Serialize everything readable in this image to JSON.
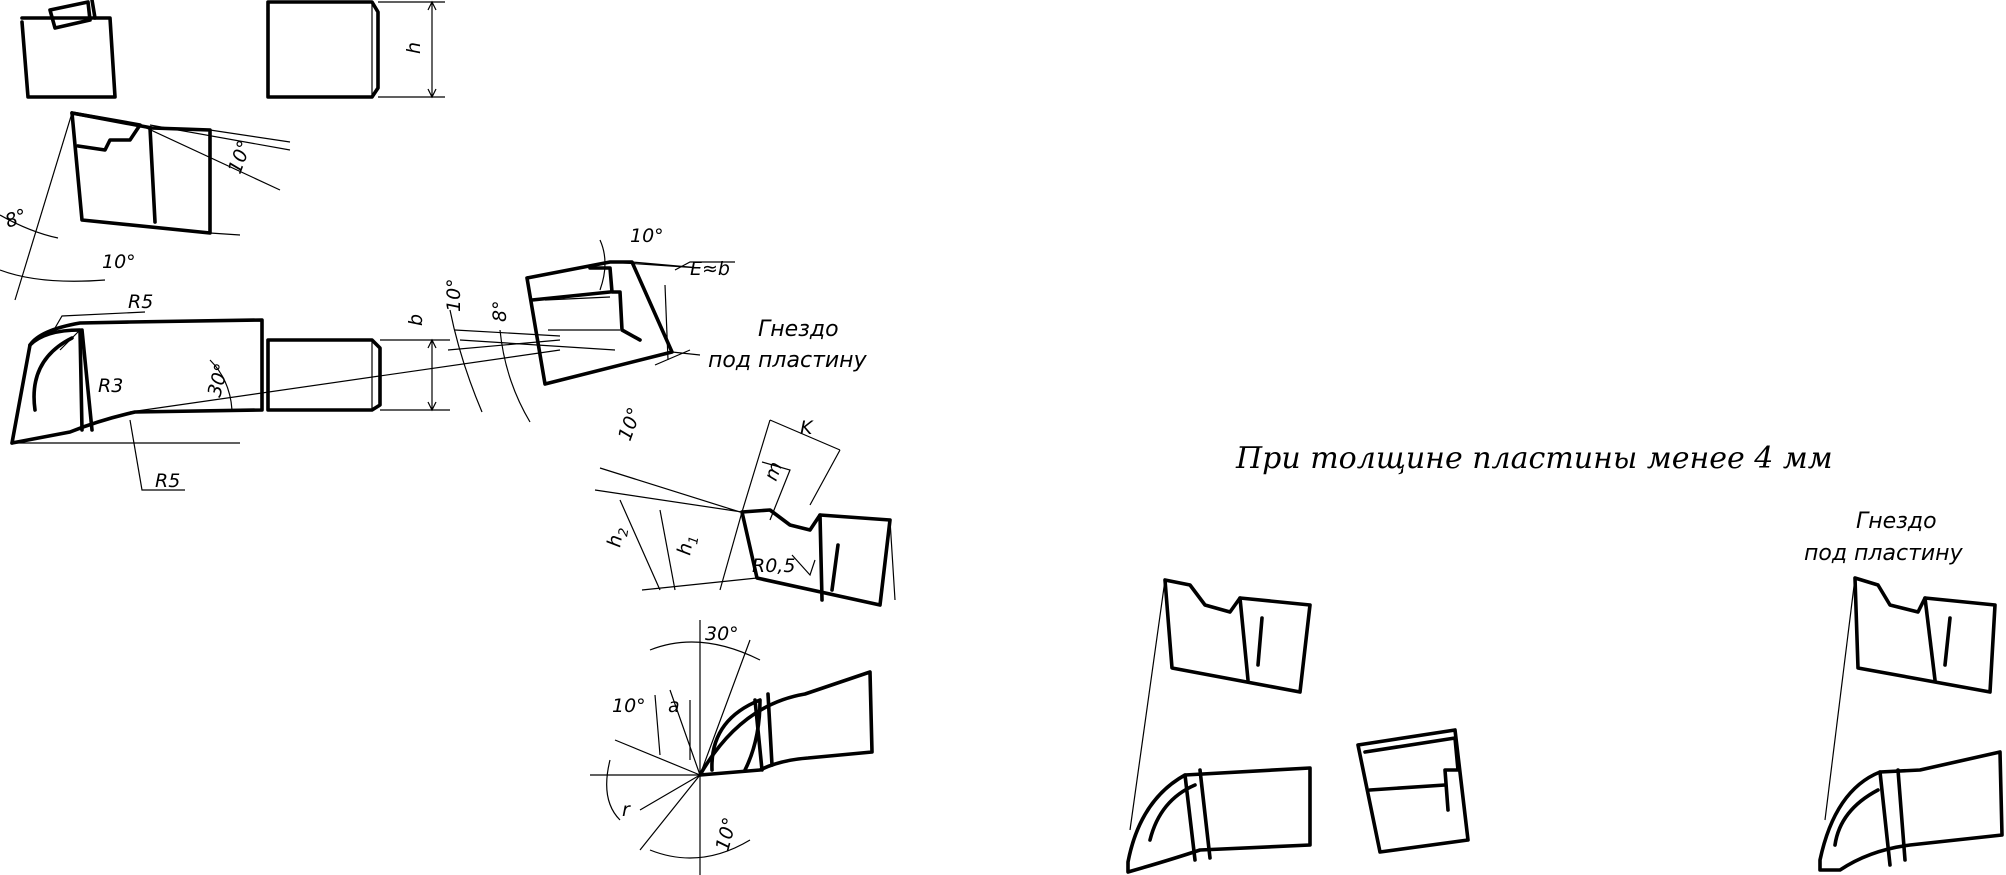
{
  "labels": {
    "h": "h",
    "b": "b",
    "ten_deg": "10°",
    "eight_deg": "8°",
    "thirty_deg": "30°",
    "r5": "R5",
    "r3": "R3",
    "e_approx_b": "E≈b",
    "k": "K",
    "m": "m",
    "h1": "h",
    "h1_sub": "1",
    "h2": "h",
    "h2_sub": "2",
    "r05": "R0,5",
    "a": "a",
    "r": "r"
  },
  "notes": {
    "socket_line1": "Гнездо",
    "socket_line2": "под пластину",
    "header": "При толщине пластины менее 4 мм"
  }
}
